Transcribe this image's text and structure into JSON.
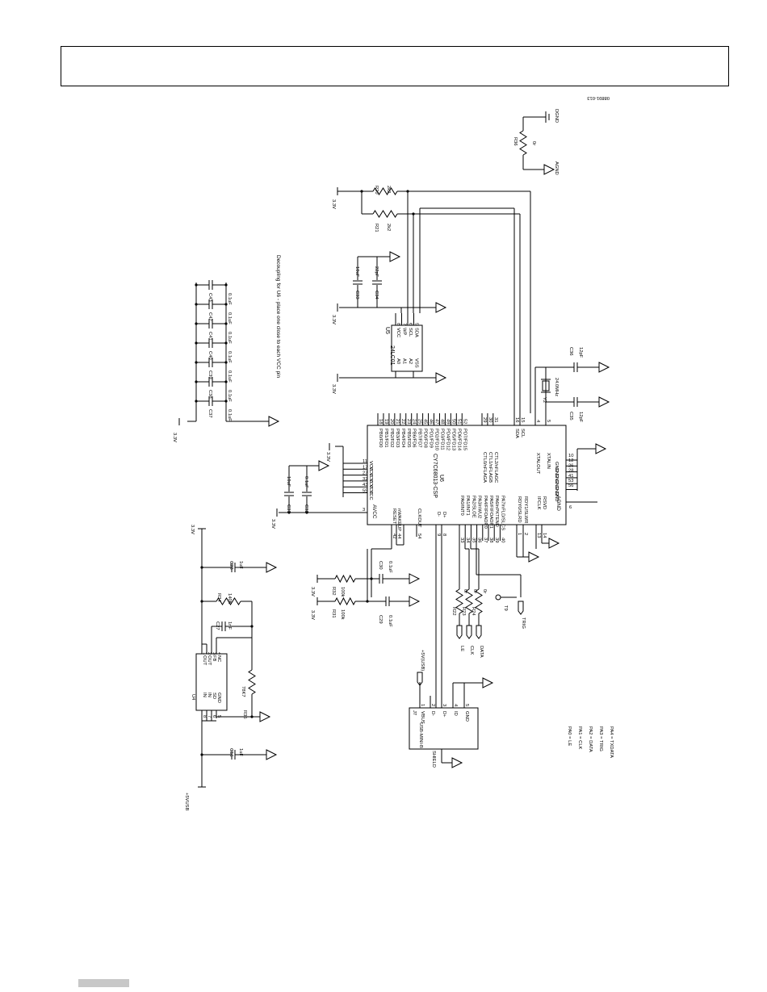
{
  "figure_id": "08891-013",
  "header": {
    "text": ""
  },
  "nets": {
    "v33": "3.3V",
    "v5usb": "+5V(USB)",
    "v5usb_net": "+5VUSB",
    "agnd": "AGND",
    "dgnd": "DGND",
    "shield": "SHIELD",
    "trig": "TRIG",
    "le": "LE",
    "clk": "CLK",
    "data": "DATA"
  },
  "notes": {
    "decoupling": "Decoupling for U6 - place one close to each VCC pin",
    "pa_map": [
      "PA0 = LE",
      "PA1 = CLK",
      "PA2 = DATA",
      "PA3 = TRIG",
      "PA4 = TXDATA"
    ]
  },
  "u6": {
    "ref": "U6",
    "part": "CY7C68013-CSP",
    "pins_top": [
      "PB0/FD0",
      "PB1/FD1",
      "PB2/FD2",
      "PB3/FD3",
      "PB4/FD4",
      "PB5/FD5",
      "PB6/FD6",
      "PB7/FD7",
      "PD0/FD8",
      "PD1/FD9",
      "PD2/FD10",
      "PD3/FD11",
      "PD4/FD12",
      "PD5/FD13",
      "PD6/FD14",
      "PD7/FD15"
    ],
    "pins_top_num": [
      "18",
      "19",
      "20",
      "21",
      "22",
      "23",
      "24",
      "25",
      "45",
      "46",
      "47",
      "48",
      "49",
      "50",
      "51",
      "52"
    ],
    "pins_ctl": [
      "CTL0/nFLAGA",
      "CTL1/nFLAGB",
      "CTL2/nFLAGC"
    ],
    "pins_ctl_num": [
      "29",
      "30",
      "31"
    ],
    "pins_i2c": [
      "SDA",
      "SCL"
    ],
    "pins_i2c_num": [
      "16",
      "15"
    ],
    "pins_xtal": [
      "XTALOUT",
      "XTALIN"
    ],
    "pins_xtal_num": [
      "4",
      "5"
    ],
    "pins_vcc": [
      "VCC",
      "VCC",
      "VCC",
      "VCC",
      "VCC",
      "VCC"
    ],
    "pins_vcc_num": [
      "11",
      "17",
      "27",
      "32",
      "43",
      "55"
    ],
    "avcc": "AVCC",
    "avcc_num": "3",
    "pins_left": [
      "RESET",
      "nWAKEUP",
      "CLKOUT"
    ],
    "pins_left_num": [
      "42",
      "44",
      "54"
    ],
    "pins_usb": [
      "D-",
      "D+"
    ],
    "pins_usb_num": [
      "9",
      "8"
    ],
    "pins_pa": [
      "PA0/INT0",
      "PA1/INT1",
      "PA2/SLOE",
      "PA3/nWU2",
      "PA4/FIFOADR0",
      "PA5/FIFOADR1",
      "PA6/nPKTEND",
      "PA7/nFLD/SLCS"
    ],
    "pins_pa_num": [
      "33",
      "34",
      "35",
      "36",
      "37",
      "38",
      "39",
      "40"
    ],
    "pins_rdy": [
      "RDY0/SLRD",
      "RDY1/SLWR",
      "IFCLK",
      "RSVD"
    ],
    "pins_rdy_num": [
      "1",
      "2",
      "13",
      "14"
    ],
    "pins_gnd": [
      "GND",
      "GND",
      "GND",
      "GND",
      "GND",
      "GND"
    ],
    "pins_gnd_num": [
      "10",
      "12",
      "26",
      "28",
      "41",
      "53",
      "56"
    ],
    "agnd_label": "AGND",
    "agnd_num": "6"
  },
  "u5": {
    "ref": "U5",
    "part": "24LC01",
    "pins_r": [
      "VCC",
      "WP",
      "SCL",
      "SDA"
    ],
    "pins_r_num": [
      "8",
      "7",
      "6",
      "5"
    ],
    "pins_l": [
      "A0",
      "A1",
      "A2",
      "VSS"
    ],
    "pins_l_num": [
      "1",
      "2",
      "3",
      "4"
    ]
  },
  "u4": {
    "ref": "U4",
    "pins_in": [
      "IN",
      "IN",
      "SD",
      "GND"
    ],
    "pins_in_num": [
      "8",
      "7",
      "6",
      "5"
    ],
    "pins_out": [
      "OUT",
      "OUT",
      "FB",
      "NC"
    ],
    "pins_out_num": [
      "1",
      "2",
      "3",
      "4"
    ]
  },
  "j7": {
    "ref": "J7",
    "part": "USB-MINI-B",
    "pins": [
      "VBUS",
      "D-",
      "D+",
      "ID",
      "GND"
    ],
    "pins_num": [
      "1",
      "2",
      "3",
      "4",
      "5"
    ]
  },
  "y2": {
    "ref": "Y2",
    "value": "24.0MHz"
  },
  "resistors": [
    {
      "ref": "R20",
      "value": "2k2"
    },
    {
      "ref": "R21",
      "value": "2k2"
    },
    {
      "ref": "R36",
      "value": "0r"
    },
    {
      "ref": "R32",
      "value": "100k"
    },
    {
      "ref": "R31",
      "value": "100k"
    },
    {
      "ref": "R34",
      "value": "140K"
    },
    {
      "ref": "R35",
      "value": "78K7"
    },
    {
      "ref": "R22",
      "value": "0r"
    },
    {
      "ref": "R23",
      "value": "0r"
    },
    {
      "ref": "R24",
      "value": "0r"
    }
  ],
  "caps_decoupling": [
    {
      "ref": "C37",
      "value": "0.1uF"
    },
    {
      "ref": "C38",
      "value": "0.1uF"
    },
    {
      "ref": "C39",
      "value": "0.1uF"
    },
    {
      "ref": "C40",
      "value": "0.1uF"
    },
    {
      "ref": "C41",
      "value": "0.1uF"
    },
    {
      "ref": "C42",
      "value": "0.1uF"
    },
    {
      "ref": "C43",
      "value": "0.1uF"
    }
  ],
  "caps": [
    {
      "ref": "C33",
      "value": "10uF"
    },
    {
      "ref": "C34",
      "value": "22pF"
    },
    {
      "ref": "C36",
      "value": "12pF"
    },
    {
      "ref": "C35",
      "value": "12pF"
    },
    {
      "ref": "C31",
      "value": "10uF"
    },
    {
      "ref": "C32",
      "value": "0.1uF"
    },
    {
      "ref": "C30",
      "value": "0.1uF"
    },
    {
      "ref": "C29",
      "value": "0.1uF"
    },
    {
      "ref": "C28",
      "value": "1uF"
    },
    {
      "ref": "C27",
      "value": "1nF"
    },
    {
      "ref": "C16",
      "value": "1uF"
    }
  ],
  "testpoint": {
    "ref": "T9"
  }
}
